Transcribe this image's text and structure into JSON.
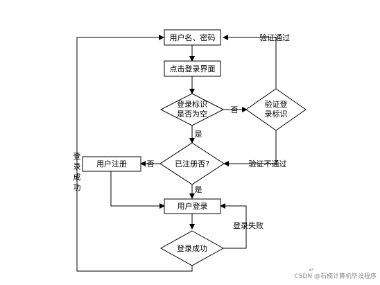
{
  "nodes": {
    "username_password": "用户名、密码",
    "click_login_page": "点击登录界面",
    "login_flag_empty": [
      "登录标识",
      "是否为空"
    ],
    "verify_login_flag": [
      "验证登",
      "录标识"
    ],
    "registered": "已注册否?",
    "user_register": "用户注册",
    "user_login": "用户登录",
    "login_success": "登录成功"
  },
  "edges": {
    "verify_pass": "验证通过",
    "verify_fail": "验证不通过",
    "no_1": "否",
    "no_2": "否",
    "yes_1": "是",
    "yes_2": "是",
    "login_failed": "登录失败",
    "login_success_vertical": [
      "登",
      "录",
      "成",
      "功"
    ]
  },
  "watermark": "CSDN @石楠计算机毕设程序",
  "return_symbol": "↵"
}
